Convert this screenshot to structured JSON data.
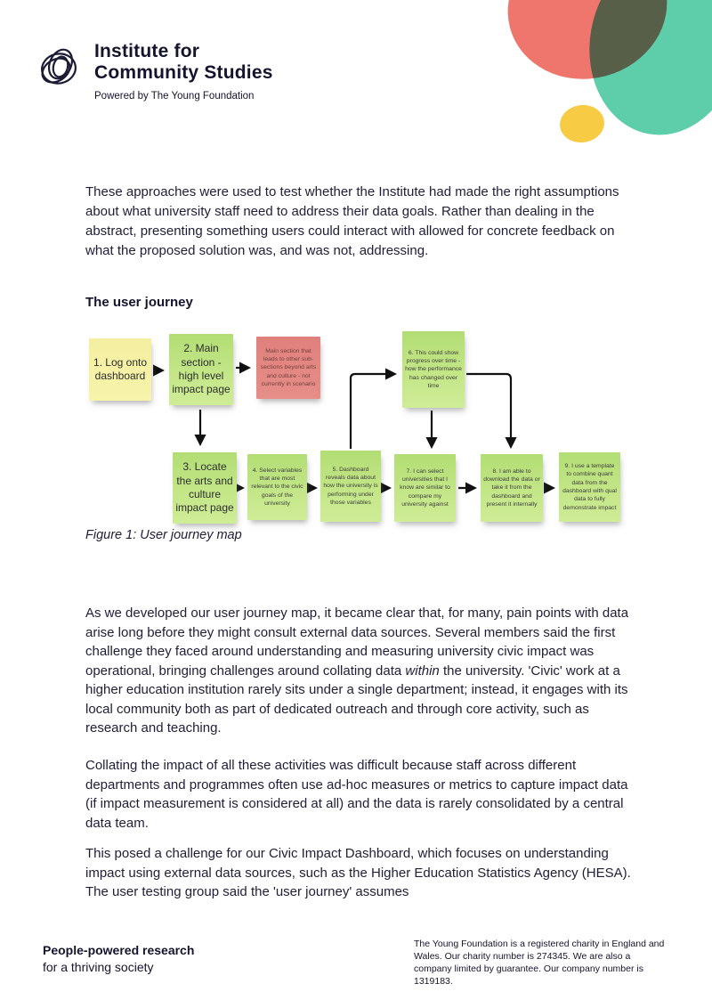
{
  "header": {
    "logo": {
      "line1": "Institute for",
      "line2": "Community Studies",
      "tagline": "Powered by The Young Foundation"
    }
  },
  "body": {
    "intro": "These approaches were used to test whether the Institute had made the right assumptions about what university staff need to address their data goals. Rather than dealing in the abstract, presenting something users could interact with allowed for concrete feedback on what the proposed solution was, and was not, addressing.",
    "heading": "The user journey",
    "figure_caption": "Figure 1: User journey map",
    "para2_pre": "As we developed our user journey map, it became clear that, for many, pain points with data arise long before they might consult external data sources. Several members said the first challenge they faced around understanding and measuring university civic impact was operational, bringing challenges around collating data ",
    "para2_italic": "within",
    "para2_post": " the university. 'Civic' work at a higher education institution rarely sits under a single department; instead, it engages with its local community both as part of dedicated outreach and through core activity, such as research and teaching.",
    "para3": "Collating the impact of all these activities was difficult because staff across different departments and programmes often use ad-hoc measures or metrics to capture impact data (if impact measurement is considered at all) and the data is rarely consolidated by a central data team.",
    "para4": "This posed a challenge for our Civic Impact Dashboard, which focuses on understanding impact using external data sources, such as the Higher Education Statistics Agency (HESA). The user testing group said the 'user journey' assumes"
  },
  "diagram": {
    "notes": [
      {
        "label": "1. Log onto dashboard",
        "color": "yellow"
      },
      {
        "label": "2. Main section - high level impact page",
        "color": "green"
      },
      {
        "label": "Main section that leads to other sub-sections beyond arts and culture - not currently in scenario",
        "color": "red"
      },
      {
        "label": "6. This could show progress over time - how the performance has changed over time",
        "color": "green"
      },
      {
        "label": "3. Locate the arts and culture impact page",
        "color": "green"
      },
      {
        "label": "4. Select variables that are most relevant to the civic goals of the university",
        "color": "green"
      },
      {
        "label": "5. Dashboard reveals data about how the university is performing under those variables",
        "color": "green"
      },
      {
        "label": "7. I can select universities that I know are similar to compare my university against",
        "color": "green"
      },
      {
        "label": "8. I am able to download the data or take it from the dashboard and present it internally",
        "color": "green"
      },
      {
        "label": "9. I use a template to combine quant data from the dashboard with qual data to fully demonstrate impact",
        "color": "green"
      }
    ]
  },
  "footer": {
    "tagline_bold": "People-powered research",
    "tagline_regular": "for a thriving society",
    "legal": "The Young Foundation is a registered charity in England and Wales. Our charity number is 274345. We are also a company limited by guarantee. Our company number is 1319183."
  },
  "colors": {
    "text": "#20203a",
    "sticky_green": "#bce180",
    "sticky_yellow": "#f6f2a1",
    "sticky_red": "#e4837f",
    "blob_coral": "#ec6a61",
    "blob_green": "#2fbf92",
    "blob_yellow": "#f8cb45"
  }
}
